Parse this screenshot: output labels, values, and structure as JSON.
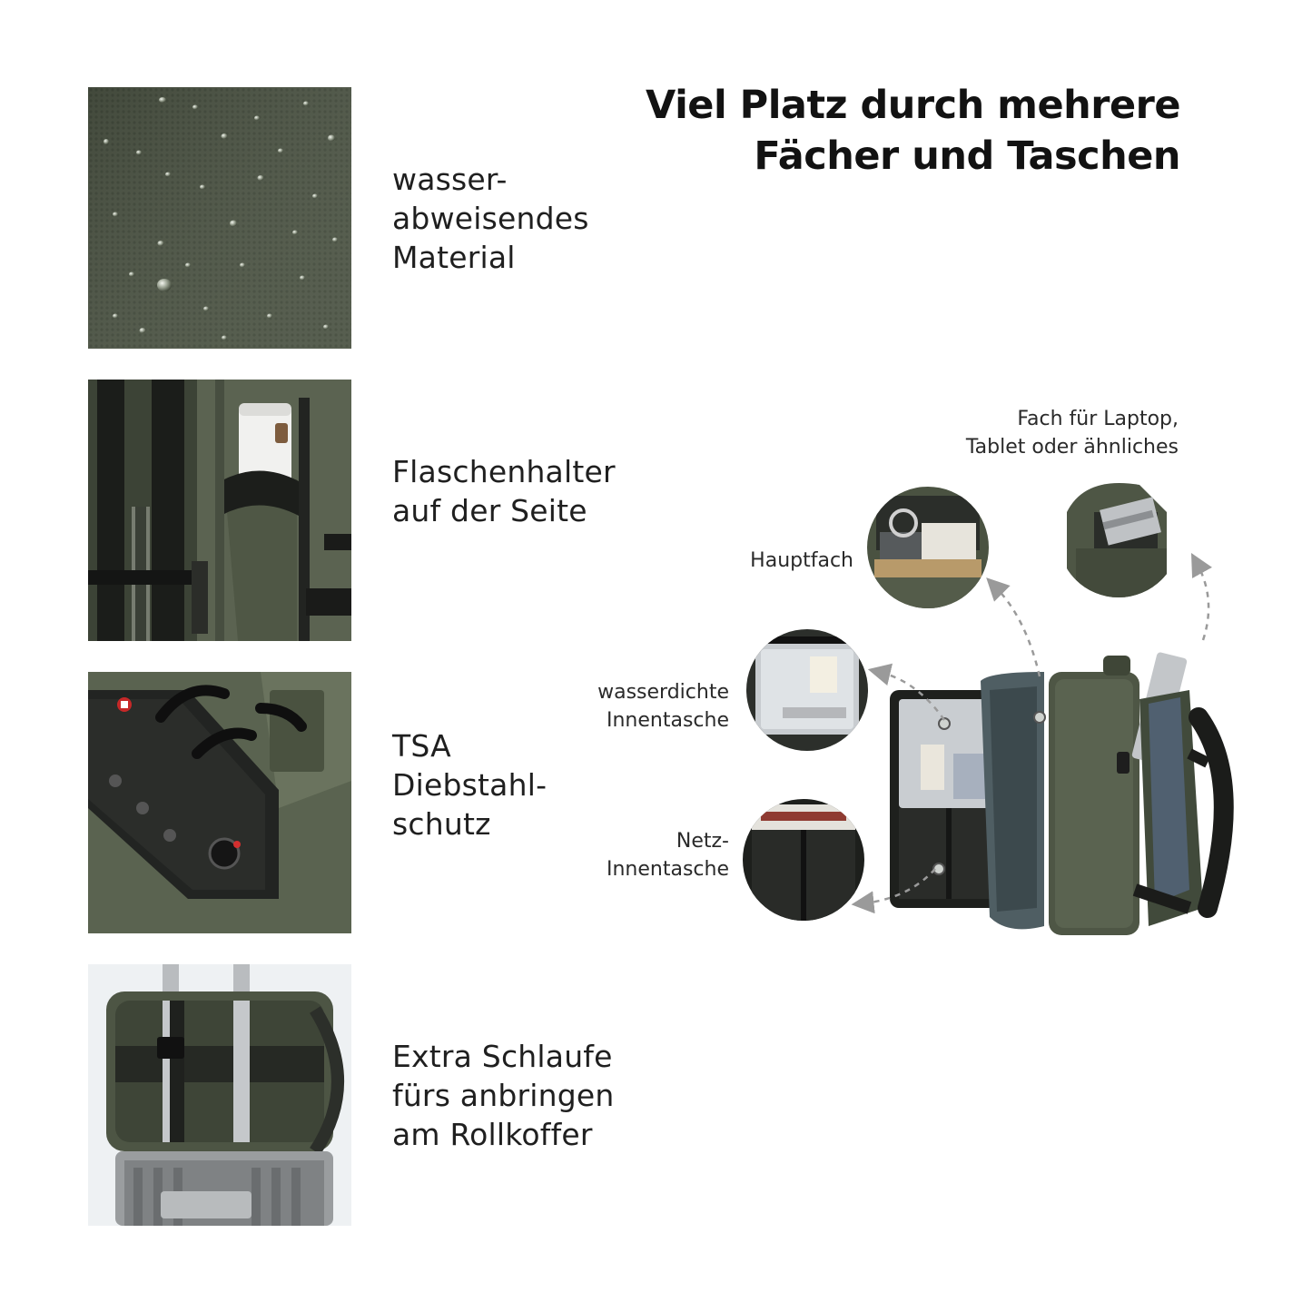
{
  "headline": {
    "line1": "Viel Platz durch  mehrere",
    "line2": "Fächer und Taschen"
  },
  "features": [
    {
      "lines": [
        "wasser-",
        "abweisendes",
        "Material"
      ],
      "image": "water-repellent-fabric"
    },
    {
      "lines": [
        "Flaschenhalter",
        "auf der Seite"
      ],
      "image": "side-bottle-holder"
    },
    {
      "lines": [
        "TSA",
        "Diebstahl-",
        "schutz"
      ],
      "image": "tsa-lock"
    },
    {
      "lines": [
        "Extra Schlaufe",
        "fürs anbringen",
        "am Rollkoffer"
      ],
      "image": "trolley-strap"
    }
  ],
  "callouts": {
    "laptop": [
      "Fach für Laptop,",
      "Tablet oder ähnliches"
    ],
    "main": [
      "Hauptfach"
    ],
    "waterproof": [
      "wasserdichte",
      "Innentasche"
    ],
    "mesh": [
      "Netz-",
      "Innentasche"
    ]
  },
  "colors": {
    "olive": "#4d5544",
    "olive_dark": "#3a4134",
    "olive_light": "#6b7460",
    "black": "#1c1c1c",
    "text": "#1f1f1f"
  }
}
